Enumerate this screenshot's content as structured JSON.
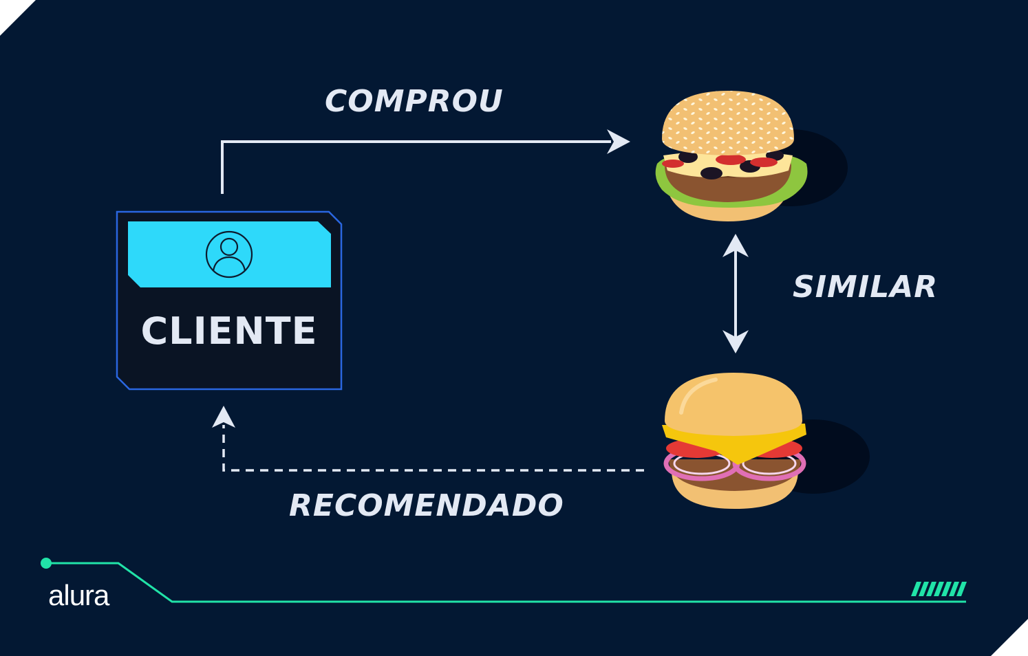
{
  "diagram": {
    "client_node": {
      "label": "CLIENTE",
      "icon": "user-circle-icon"
    },
    "purchased_item": {
      "icon": "burger-sesame-icon"
    },
    "recommended_item": {
      "icon": "burger-cheese-icon"
    },
    "edges": {
      "purchased": {
        "label": "COMPROU",
        "style": "solid"
      },
      "similar": {
        "label": "SIMILAR",
        "style": "solid-bidirectional"
      },
      "recommended": {
        "label": "RECOMENDADO",
        "style": "dashed"
      }
    }
  },
  "brand": {
    "logo_text": "alura"
  },
  "colors": {
    "background": "#031833",
    "panel": "#0a1424",
    "panel_border": "#2a66e0",
    "accent_cyan": "#2ed9fa",
    "accent_green": "#21e3a8",
    "text": "#e3e9f4"
  }
}
